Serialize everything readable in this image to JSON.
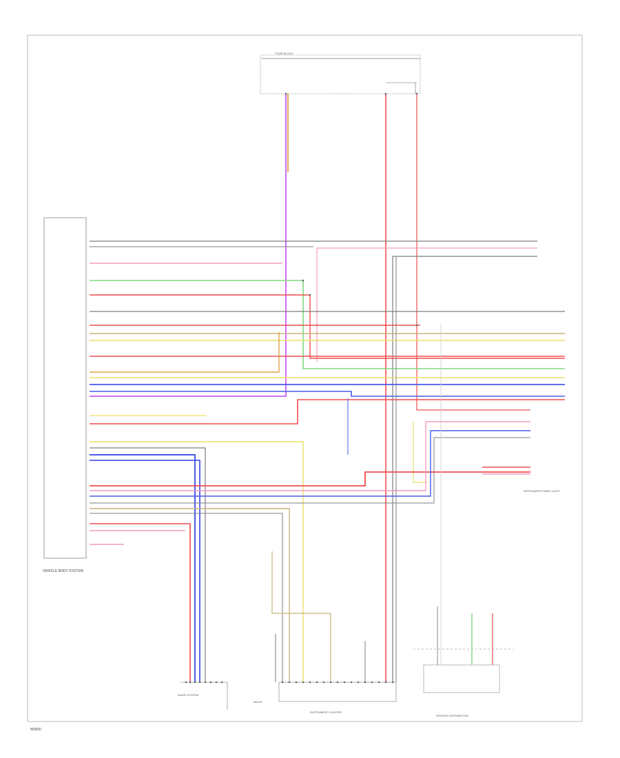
{
  "diagram": {
    "code": "W0000",
    "components": {
      "left_module": "VEHICLE BODY SYSTEM",
      "fuse_block": "FUSE BLOCK",
      "lower_left": "AUDIO SYSTEM",
      "lower_center": "INSTRUMENT CLUSTER",
      "lower_mid": "RELAY",
      "lower_right": "GROUND DISTRIBUTION",
      "right_note": "INSTRUMENT PANEL LIGHT"
    },
    "colors": {
      "gray": "#7d7d7d",
      "red": "#ef4d4d",
      "pink": "#f29bbd",
      "violet": "#c85cf0",
      "green": "#7ed87e",
      "yellow": "#e9e06a",
      "blue": "#4a5ae6",
      "tan": "#c8b27a",
      "orange": "#e0a24a"
    }
  }
}
